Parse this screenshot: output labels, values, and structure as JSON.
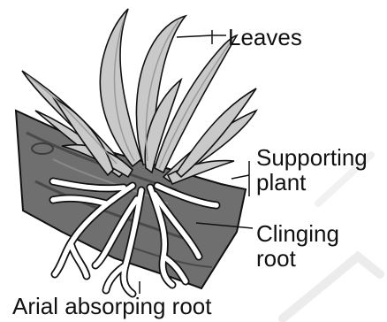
{
  "diagram": {
    "labels": {
      "leaves": "Leaves",
      "supporting_plant_line1": "Supporting",
      "supporting_plant_line2": "plant",
      "clinging_root_line1": "Clinging",
      "clinging_root_line2": "root",
      "arial_absorbing_root": "Arial absorping root"
    },
    "colors": {
      "ink": "#111111",
      "leaf_fill": "#c9c9c9",
      "leaf_dark": "#9a9a9a",
      "branch": "#6f6f6f",
      "branch_dark": "#4a4a4a",
      "root_fill": "#ffffff",
      "watermark": "#ececec"
    }
  }
}
